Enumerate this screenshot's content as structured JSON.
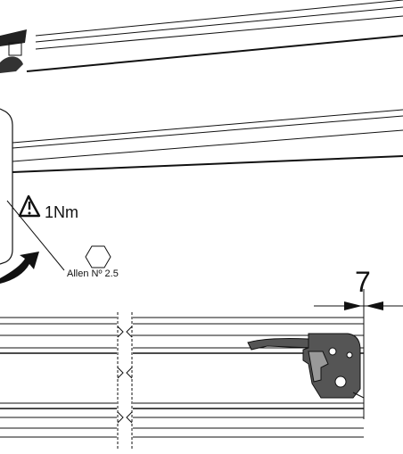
{
  "annotations": {
    "torque": "1Nm",
    "tool": "Allen Nº 2.5",
    "dimension": "7"
  },
  "icons": {
    "warning": "warning-triangle-icon",
    "tool": "hex-key-icon"
  },
  "colors": {
    "line": "#111111",
    "part_fill": "#555555",
    "background": "#ffffff"
  }
}
